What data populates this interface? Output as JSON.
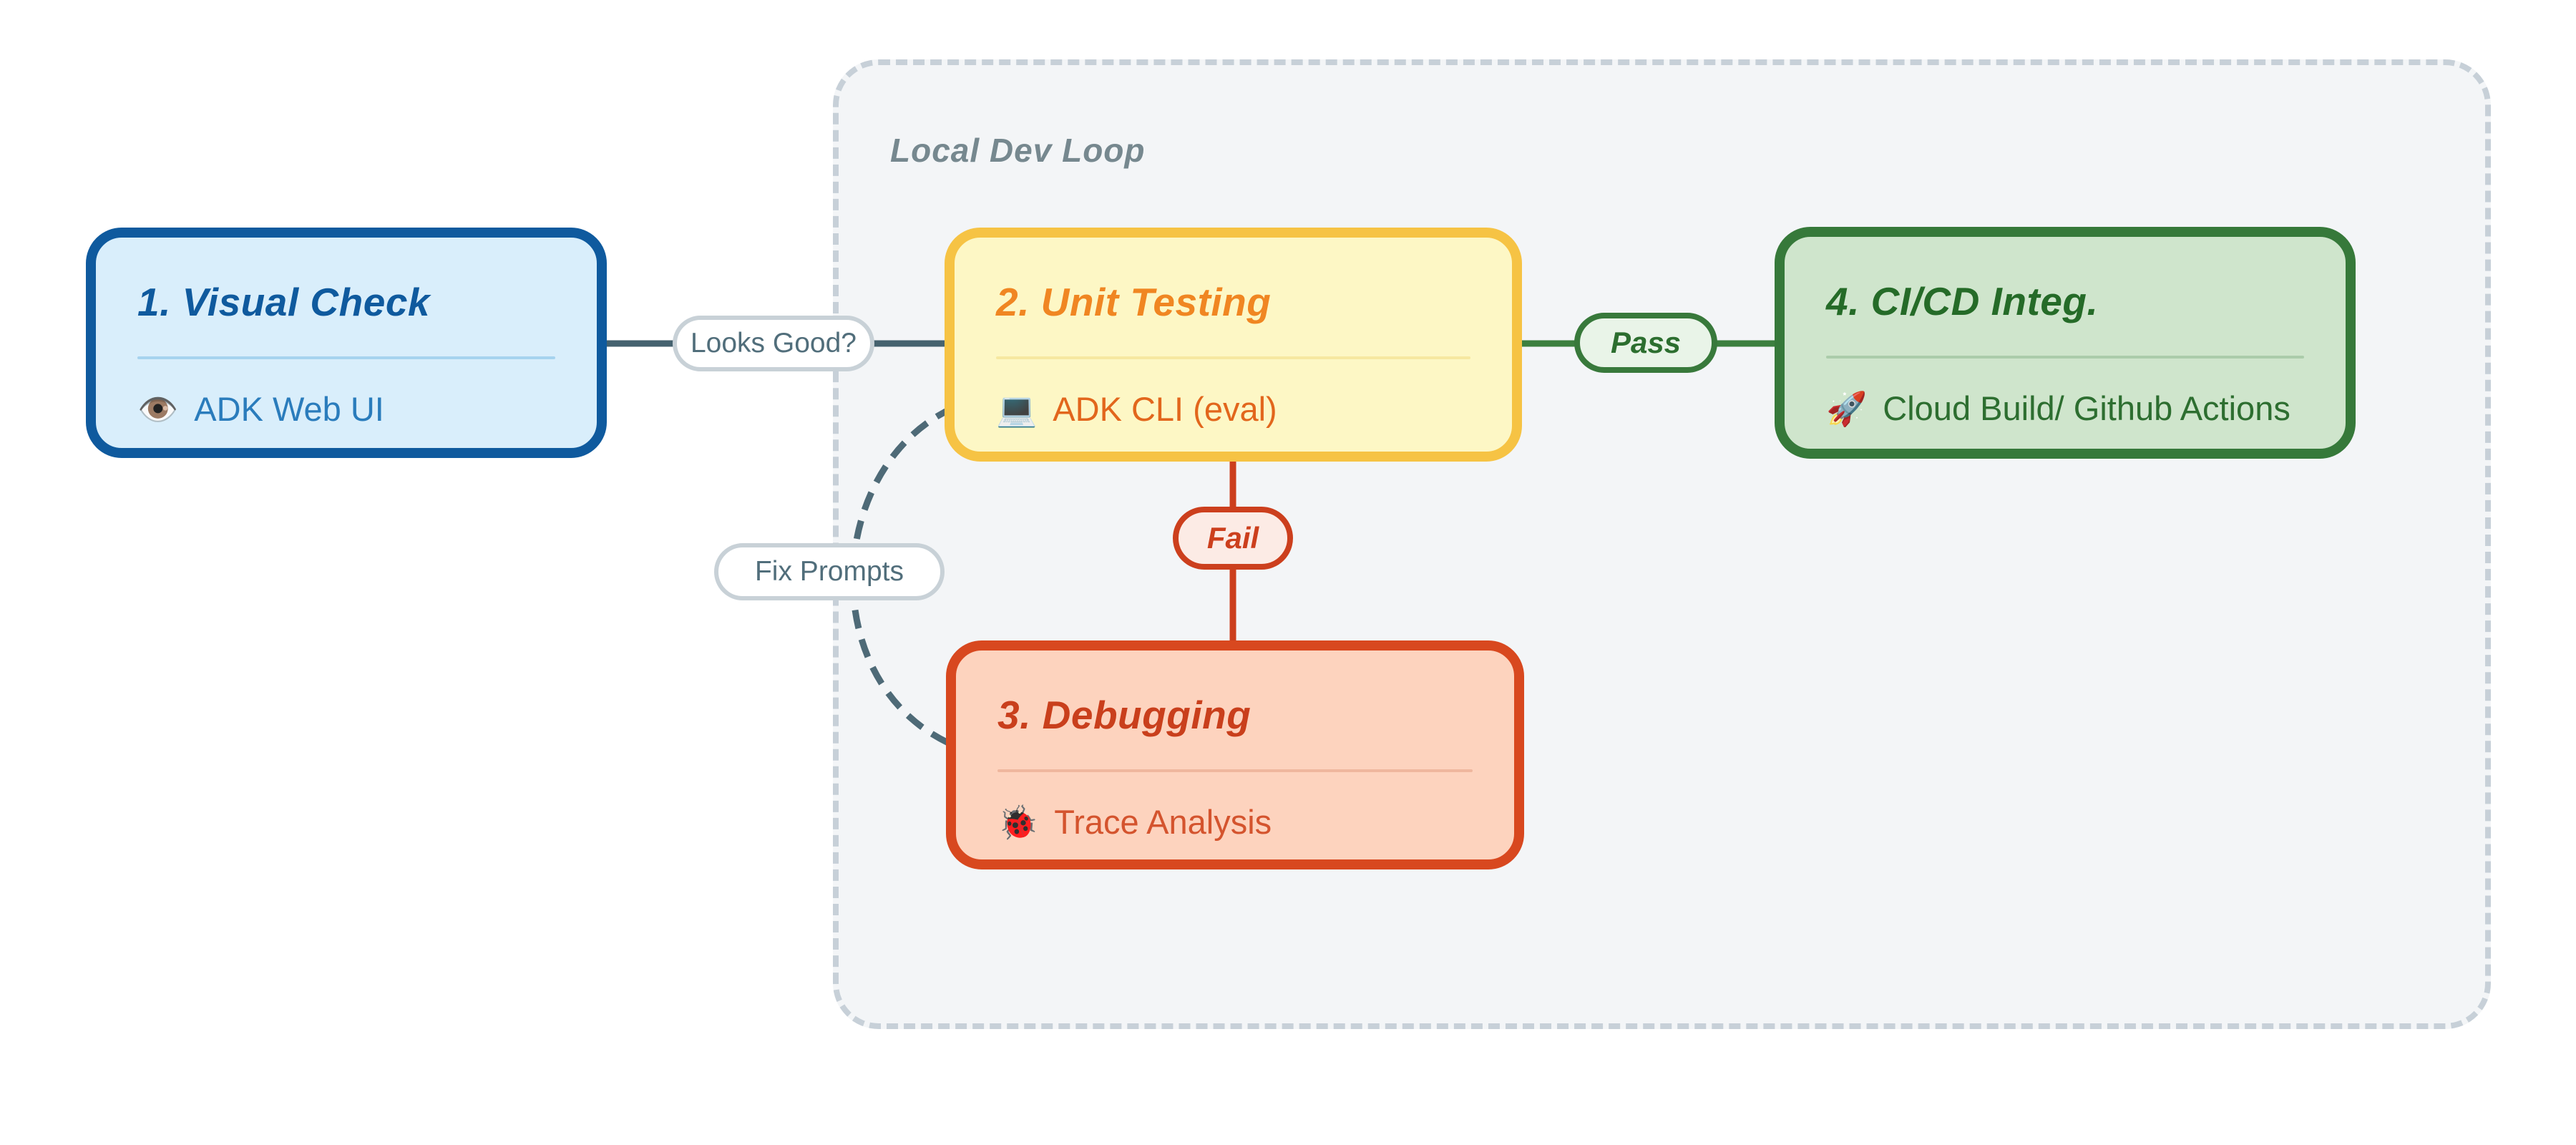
{
  "diagram_type": "flowchart",
  "background": "#ffffff",
  "container": {
    "label": "Local Dev Loop",
    "fill": "#f3f5f7",
    "border_color": "#c7d0d8",
    "label_color": "#76888f"
  },
  "nodes": {
    "visual_check": {
      "title": "1. Visual Check",
      "icon": "👁️",
      "icon_name": "eye-icon",
      "body": "ADK Web UI",
      "fill": "#d9eefb",
      "border_color": "#0f5a9e",
      "title_color": "#0f5a9e",
      "body_color": "#2a7cbc"
    },
    "unit_testing": {
      "title": "2. Unit Testing",
      "icon": "💻",
      "icon_name": "laptop-icon",
      "body": "ADK CLI (eval)",
      "fill": "#fdf7c5",
      "border_color": "#f6c344",
      "title_color": "#f08622",
      "body_color": "#e2661c"
    },
    "debugging": {
      "title": "3. Debugging",
      "icon": "🐞",
      "icon_name": "ladybug-icon",
      "body": "Trace Analysis",
      "fill": "#fdd3be",
      "border_color": "#d8481f",
      "title_color": "#c93f1c",
      "body_color": "#d4542e"
    },
    "cicd": {
      "title": "4. CI/CD Integ.",
      "icon": "🚀",
      "icon_name": "rocket-icon",
      "body": "Cloud Build/ Github Actions",
      "fill": "#cfe5cc",
      "border_color": "#36793a",
      "title_color": "#256b28",
      "body_color": "#2d6e30"
    }
  },
  "edges": {
    "looks_good": {
      "label": "Looks Good?",
      "from": "1. Visual Check",
      "to": "2. Unit Testing",
      "style": "solid",
      "color": "#45626f"
    },
    "pass": {
      "label": "Pass",
      "from": "2. Unit Testing",
      "to": "4. CI/CD Integ.",
      "style": "solid",
      "color": "#3c7f3f"
    },
    "fail": {
      "label": "Fail",
      "from": "2. Unit Testing",
      "to": "3. Debugging",
      "style": "solid",
      "color": "#cc3f1d"
    },
    "fix_prompts": {
      "label": "Fix Prompts",
      "from": "3. Debugging",
      "to": "2. Unit Testing",
      "style": "dashed",
      "color": "#4e6a77"
    }
  }
}
